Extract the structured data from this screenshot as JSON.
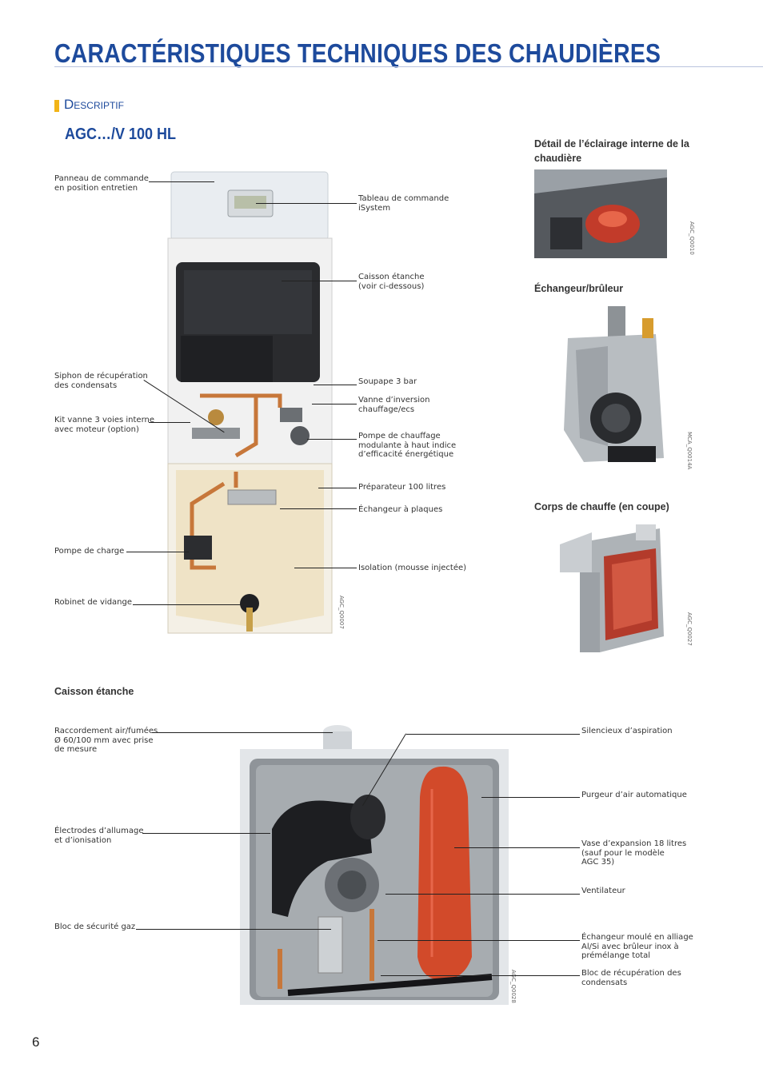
{
  "page": {
    "title": "CARACTÉRISTIQUES TECHNIQUES DES CHAUDIÈRES",
    "section": "Descriptif",
    "model": "AGC…/V 100 HL",
    "page_number": "6"
  },
  "main_figure": {
    "code": "AGC_Q0007",
    "labels_left": [
      "Panneau de commande\nen position entretien",
      "Siphon de récupération\ndes condensats",
      "Kit vanne 3 voies interne\navec moteur (option)",
      "Pompe de charge",
      "Robinet de vidange"
    ],
    "labels_right": [
      "Tableau de commande\niSystem",
      "Caisson étanche\n(voir ci-dessous)",
      "Soupape 3 bar",
      "Vanne d’inversion\nchauffage/ecs",
      "Pompe de chauffage\nmodulante à haut indice\nd’efficacité énergétique",
      "Préparateur 100 litres",
      "Échangeur à plaques",
      "Isolation (mousse injectée)"
    ]
  },
  "side_figures": [
    {
      "caption": "Détail de l’éclairage interne de la chaudière",
      "code": "AGC_Q0010"
    },
    {
      "caption": "Échangeur/brûleur",
      "code": "MCA_Q0014A"
    },
    {
      "caption": "Corps de chauffe (en coupe)",
      "code": "AGC_Q0027"
    }
  ],
  "caisson": {
    "caption": "Caisson étanche",
    "code": "AGC_Q0028",
    "labels_left": [
      "Raccordement air/fumées\nØ 60/100 mm avec prise\nde mesure",
      "Électrodes d’allumage\net d’ionisation",
      "Bloc de sécurité gaz"
    ],
    "labels_right": [
      "Silencieux d’aspiration",
      "Purgeur d’air automatique",
      "Vase d’expansion 18 litres\n(sauf pour le modèle\nAGC 35)",
      "Ventilateur",
      "Échangeur moulé en alliage\nAl/Si avec brûleur inox à\nprémélange total",
      "Bloc de récupération des\ncondensats"
    ]
  },
  "colors": {
    "title_blue": "#1d4a9c",
    "accent_yellow": "#f2b417",
    "tank_beige": "#efe3c6",
    "copper": "#c7773a",
    "red_vessel": "#d24a2a"
  }
}
